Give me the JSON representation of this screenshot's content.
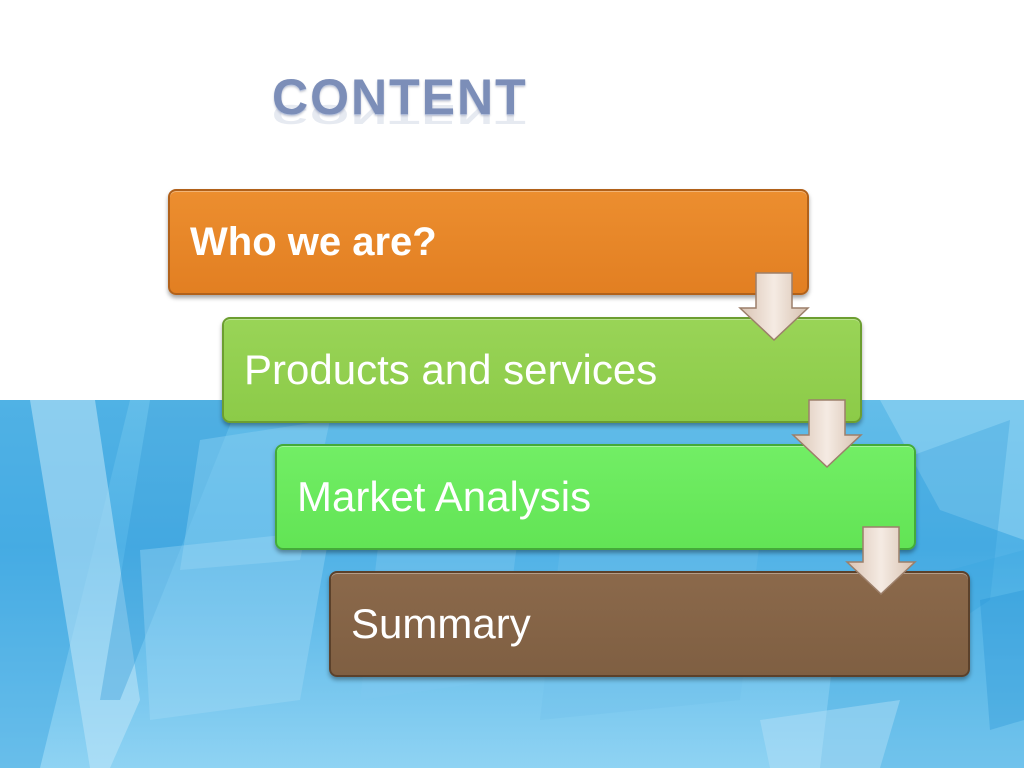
{
  "slide": {
    "title": "CONTENT",
    "steps": [
      {
        "label": "Who we are?",
        "color": "#e48424"
      },
      {
        "label": "Products and services",
        "color": "#92d050"
      },
      {
        "label": "Market Analysis",
        "color": "#66e95a"
      },
      {
        "label": "Summary",
        "color": "#836445"
      }
    ],
    "arrow_color": "#e9d7c9",
    "background_accent": "#4fb1e6"
  }
}
